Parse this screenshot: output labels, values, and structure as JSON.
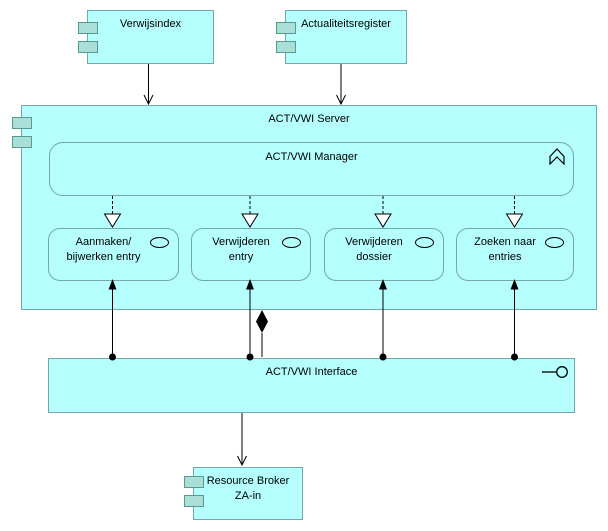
{
  "colors": {
    "canvas_bg": "#FFFFFF",
    "node_fill": "#B5FFFF",
    "node_border": "#74A7A9",
    "tab_fill": "#AADFD8",
    "tab_border": "#569A92",
    "connector": "#000000"
  },
  "nodes": {
    "verwijsindex": {
      "label": "Verwijsindex",
      "type": "application-component"
    },
    "actualiteitsregister": {
      "label": "Actualiteitsregister",
      "type": "application-component"
    },
    "server": {
      "label": "ACT/VWI Server",
      "type": "application-component"
    },
    "manager": {
      "label": "ACT/VWI Manager",
      "type": "application-function"
    },
    "services": [
      {
        "line1": "Aanmaken/",
        "line2": "bijwerken entry",
        "type": "application-service"
      },
      {
        "line1": "Verwijderen",
        "line2": "entry",
        "type": "application-service"
      },
      {
        "line1": "Verwijderen",
        "line2": "dossier",
        "type": "application-service"
      },
      {
        "line1": "Zoeken naar",
        "line2": "entries",
        "type": "application-service"
      }
    ],
    "interface": {
      "label": "ACT/VWI Interface",
      "type": "application-interface"
    },
    "resource_broker": {
      "line1": "Resource Broker",
      "line2": "ZA-in",
      "type": "application-component"
    }
  },
  "edges": [
    {
      "from": "Verwijsindex",
      "to": "ACT/VWI Server",
      "style": "solid-open-arrow"
    },
    {
      "from": "Actualiteitsregister",
      "to": "ACT/VWI Server",
      "style": "solid-open-arrow"
    },
    {
      "from": "ACT/VWI Manager",
      "to": "Aanmaken/bijwerken entry",
      "style": "dashed-hollow-triangle"
    },
    {
      "from": "ACT/VWI Manager",
      "to": "Verwijderen entry",
      "style": "dashed-hollow-triangle"
    },
    {
      "from": "ACT/VWI Manager",
      "to": "Verwijderen dossier",
      "style": "dashed-hollow-triangle"
    },
    {
      "from": "ACT/VWI Manager",
      "to": "Zoeken naar entries",
      "style": "dashed-hollow-triangle"
    },
    {
      "from": "ACT/VWI Interface",
      "to": "Aanmaken/bijwerken entry",
      "style": "ball-filled-arrow"
    },
    {
      "from": "ACT/VWI Interface",
      "to": "Verwijderen entry",
      "style": "ball-filled-arrow"
    },
    {
      "from": "ACT/VWI Interface",
      "to": "Verwijderen dossier",
      "style": "ball-filled-arrow"
    },
    {
      "from": "ACT/VWI Interface",
      "to": "Zoeken naar entries",
      "style": "ball-filled-arrow"
    },
    {
      "from": "ACT/VWI Server",
      "to": "ACT/VWI Interface",
      "style": "filled-diamond-composition"
    },
    {
      "from": "ACT/VWI Interface",
      "to": "Resource Broker ZA-in",
      "style": "solid-open-arrow"
    }
  ],
  "icons": {
    "component": "two-tab-rectangles",
    "service": "oval-outline",
    "function": "up-chevron-arrow",
    "interface": "lollipop"
  }
}
